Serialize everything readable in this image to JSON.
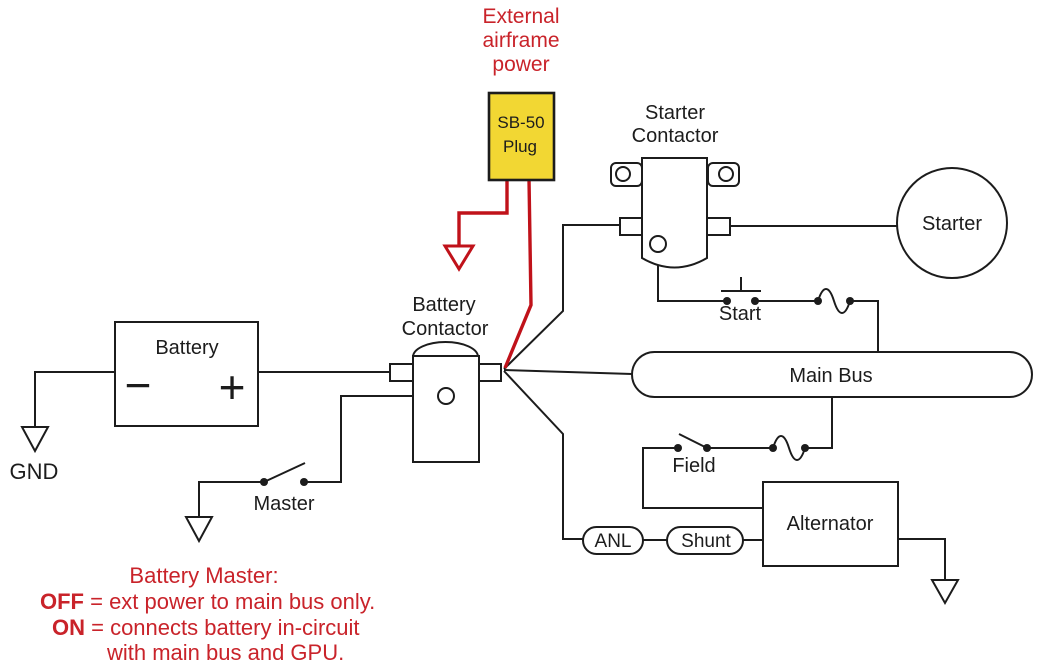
{
  "colors": {
    "line": "#1c1c1c",
    "red_wire": "#c0121a",
    "red_text": "#c9232a",
    "plug_yellow": "#f2d733"
  },
  "ext_power_label": {
    "line1": "External",
    "line2": "airframe",
    "line3": "power"
  },
  "plug": {
    "line1": "SB-50",
    "line2": "Plug"
  },
  "starter_contactor": {
    "line1": "Starter",
    "line2": "Contactor"
  },
  "starter": {
    "label": "Starter"
  },
  "battery": {
    "label": "Battery",
    "minus": "−",
    "plus": "+"
  },
  "gnd": {
    "label": "GND"
  },
  "battery_contactor": {
    "line1": "Battery",
    "line2": "Contactor"
  },
  "switches": {
    "master": "Master",
    "start": "Start",
    "field": "Field"
  },
  "main_bus": {
    "label": "Main Bus"
  },
  "anl": {
    "label": "ANL"
  },
  "shunt": {
    "label": "Shunt"
  },
  "alternator": {
    "label": "Alternator"
  },
  "note": {
    "title": "Battery Master:",
    "off_bold": "OFF",
    "off_rest": " = ext power to main bus only.",
    "on_bold": "ON",
    "on_rest": " = connects battery in-circuit",
    "last_line": "with main bus and GPU."
  }
}
